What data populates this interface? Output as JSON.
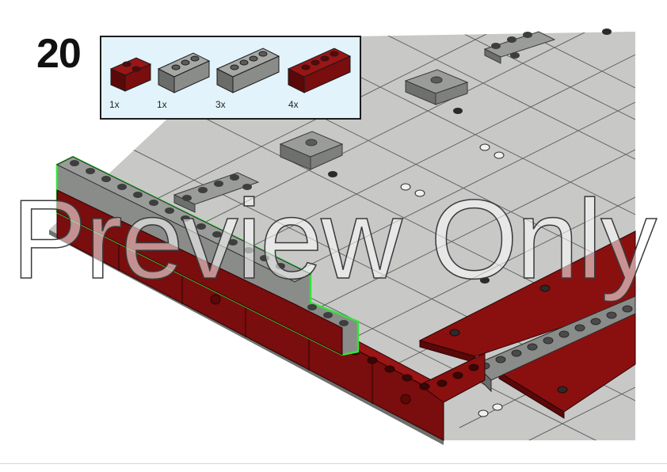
{
  "step": {
    "number": "20"
  },
  "parts": [
    {
      "name": "dark-red-brick-1x2",
      "qty": "1x",
      "color": "#7a0d0d",
      "studs": 2
    },
    {
      "name": "gray-brick-1x3",
      "qty": "1x",
      "color": "#8a8c8a",
      "studs": 3
    },
    {
      "name": "gray-brick-1x4",
      "qty": "3x",
      "color": "#8a8c8a",
      "studs": 4
    },
    {
      "name": "dark-red-brick-1x4",
      "qty": "4x",
      "color": "#7a0d0d",
      "studs": 4
    }
  ],
  "watermark": {
    "text": "Preview Only"
  },
  "colors": {
    "baseplate": "#c8c9c7",
    "grid": "#5d5f5e",
    "dark_red": "#7a0d0d",
    "gray": "#8a8c8a",
    "highlight": "#35e33a",
    "parts_background": "#e3f3fb"
  }
}
